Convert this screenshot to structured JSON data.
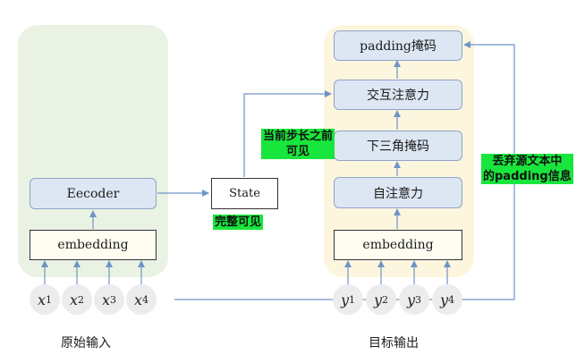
{
  "encoder": {
    "block_label": "Eecoder",
    "embedding_label": "embedding",
    "inputs": [
      {
        "var": "x",
        "sub": "1"
      },
      {
        "var": "x",
        "sub": "2"
      },
      {
        "var": "x",
        "sub": "3"
      },
      {
        "var": "x",
        "sub": "4"
      }
    ],
    "caption": "原始输入"
  },
  "state": {
    "label": "State",
    "note": "完整可见"
  },
  "decoder": {
    "padding_mask_label": "padding掩码",
    "cross_attention_label": "交互注意力",
    "causal_mask_label": "下三角掩码",
    "self_attention_label": "自注意力",
    "embedding_label": "embedding",
    "outputs": [
      {
        "var": "y",
        "sub": "1"
      },
      {
        "var": "y",
        "sub": "2"
      },
      {
        "var": "y",
        "sub": "3"
      },
      {
        "var": "y",
        "sub": "4"
      }
    ],
    "caption": "目标输出",
    "causal_note_line1": "当前步长之前",
    "causal_note_line2": "可见",
    "padding_note_line1": "丢弃源文本中",
    "padding_note_line2": "的padding信息"
  },
  "colors": {
    "encoder_panel": "#eaf2e3",
    "decoder_panel": "#fdf6de",
    "block_fill": "#dde6f3",
    "block_border": "#8ea4c8",
    "arrow": "#6f95c6",
    "note_bg": "#19e63c",
    "token_bg": "#ececec"
  }
}
